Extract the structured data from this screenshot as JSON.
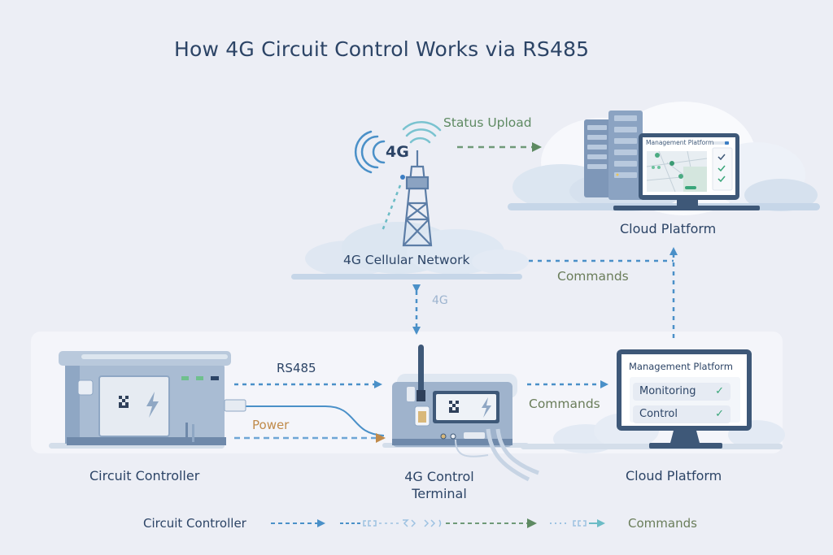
{
  "title": "How 4G Circuit Control Works via RS485",
  "colors": {
    "background": "#eceef5",
    "title": "#2c4466",
    "flow_blue": "#4a90c8",
    "status_green": "#5e8a62",
    "commands_olive": "#6a7d5a",
    "power_orange": "#c08a4a",
    "device_gray_blue": "#8fa7c4",
    "check_green": "#3aa67a"
  },
  "nodes": {
    "cell_tower": {
      "signal_label": "4G",
      "icon": "cell-tower-icon"
    },
    "cellular_network": {
      "label": "4G Cellular Network",
      "icon": "cloud-icon"
    },
    "cloud_top": {
      "label": "Cloud Platform",
      "monitor_title": "Management Platform",
      "icons": [
        "server-rack-icon",
        "map-icon",
        "check-icon"
      ]
    },
    "circuit_controller": {
      "label": "Circuit Controller",
      "icon": "cabinet-icon"
    },
    "control_terminal": {
      "label_line1": "4G Control",
      "label_line2": "Terminal",
      "icon": "terminal-icon"
    },
    "cloud_bottom": {
      "label": "Cloud Platform",
      "monitor_title": "Management Platform",
      "rows": [
        {
          "label": "Monitoring",
          "status": "✓"
        },
        {
          "label": "Control",
          "status": "✓"
        }
      ]
    }
  },
  "connections": {
    "status_upload": "Status Upload",
    "commands_top": "Commands",
    "link_4g": "4G",
    "rs485": "RS485",
    "power": "Power",
    "commands_bottom": "Commands"
  },
  "legend": {
    "start": "Circuit Controller",
    "end": "Commands"
  }
}
